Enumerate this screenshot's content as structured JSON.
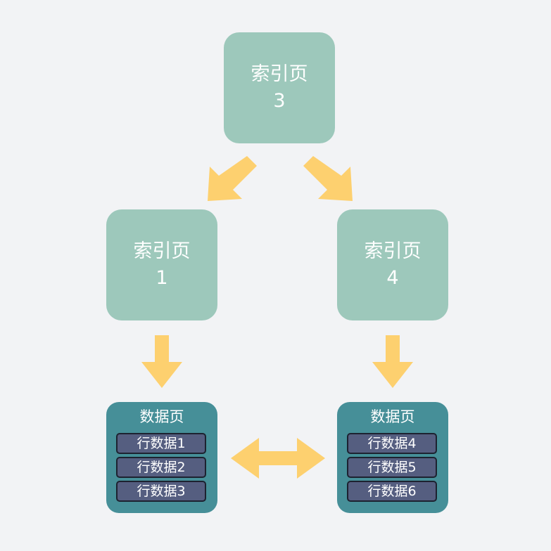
{
  "index_pages": [
    {
      "id": "idx3",
      "label": "索引页",
      "number": "3"
    },
    {
      "id": "idx1",
      "label": "索引页",
      "number": "1"
    },
    {
      "id": "idx4",
      "label": "索引页",
      "number": "4"
    }
  ],
  "data_pages": [
    {
      "title": "数据页",
      "rows": [
        "行数据1",
        "行数据2",
        "行数据3"
      ]
    },
    {
      "title": "数据页",
      "rows": [
        "行数据4",
        "行数据5",
        "行数据6"
      ]
    }
  ],
  "colors": {
    "background": "#f2f3f5",
    "index_page": "#9dc8bb",
    "data_page": "#468f98",
    "row": "#555e80",
    "arrow": "#fdd06f"
  }
}
